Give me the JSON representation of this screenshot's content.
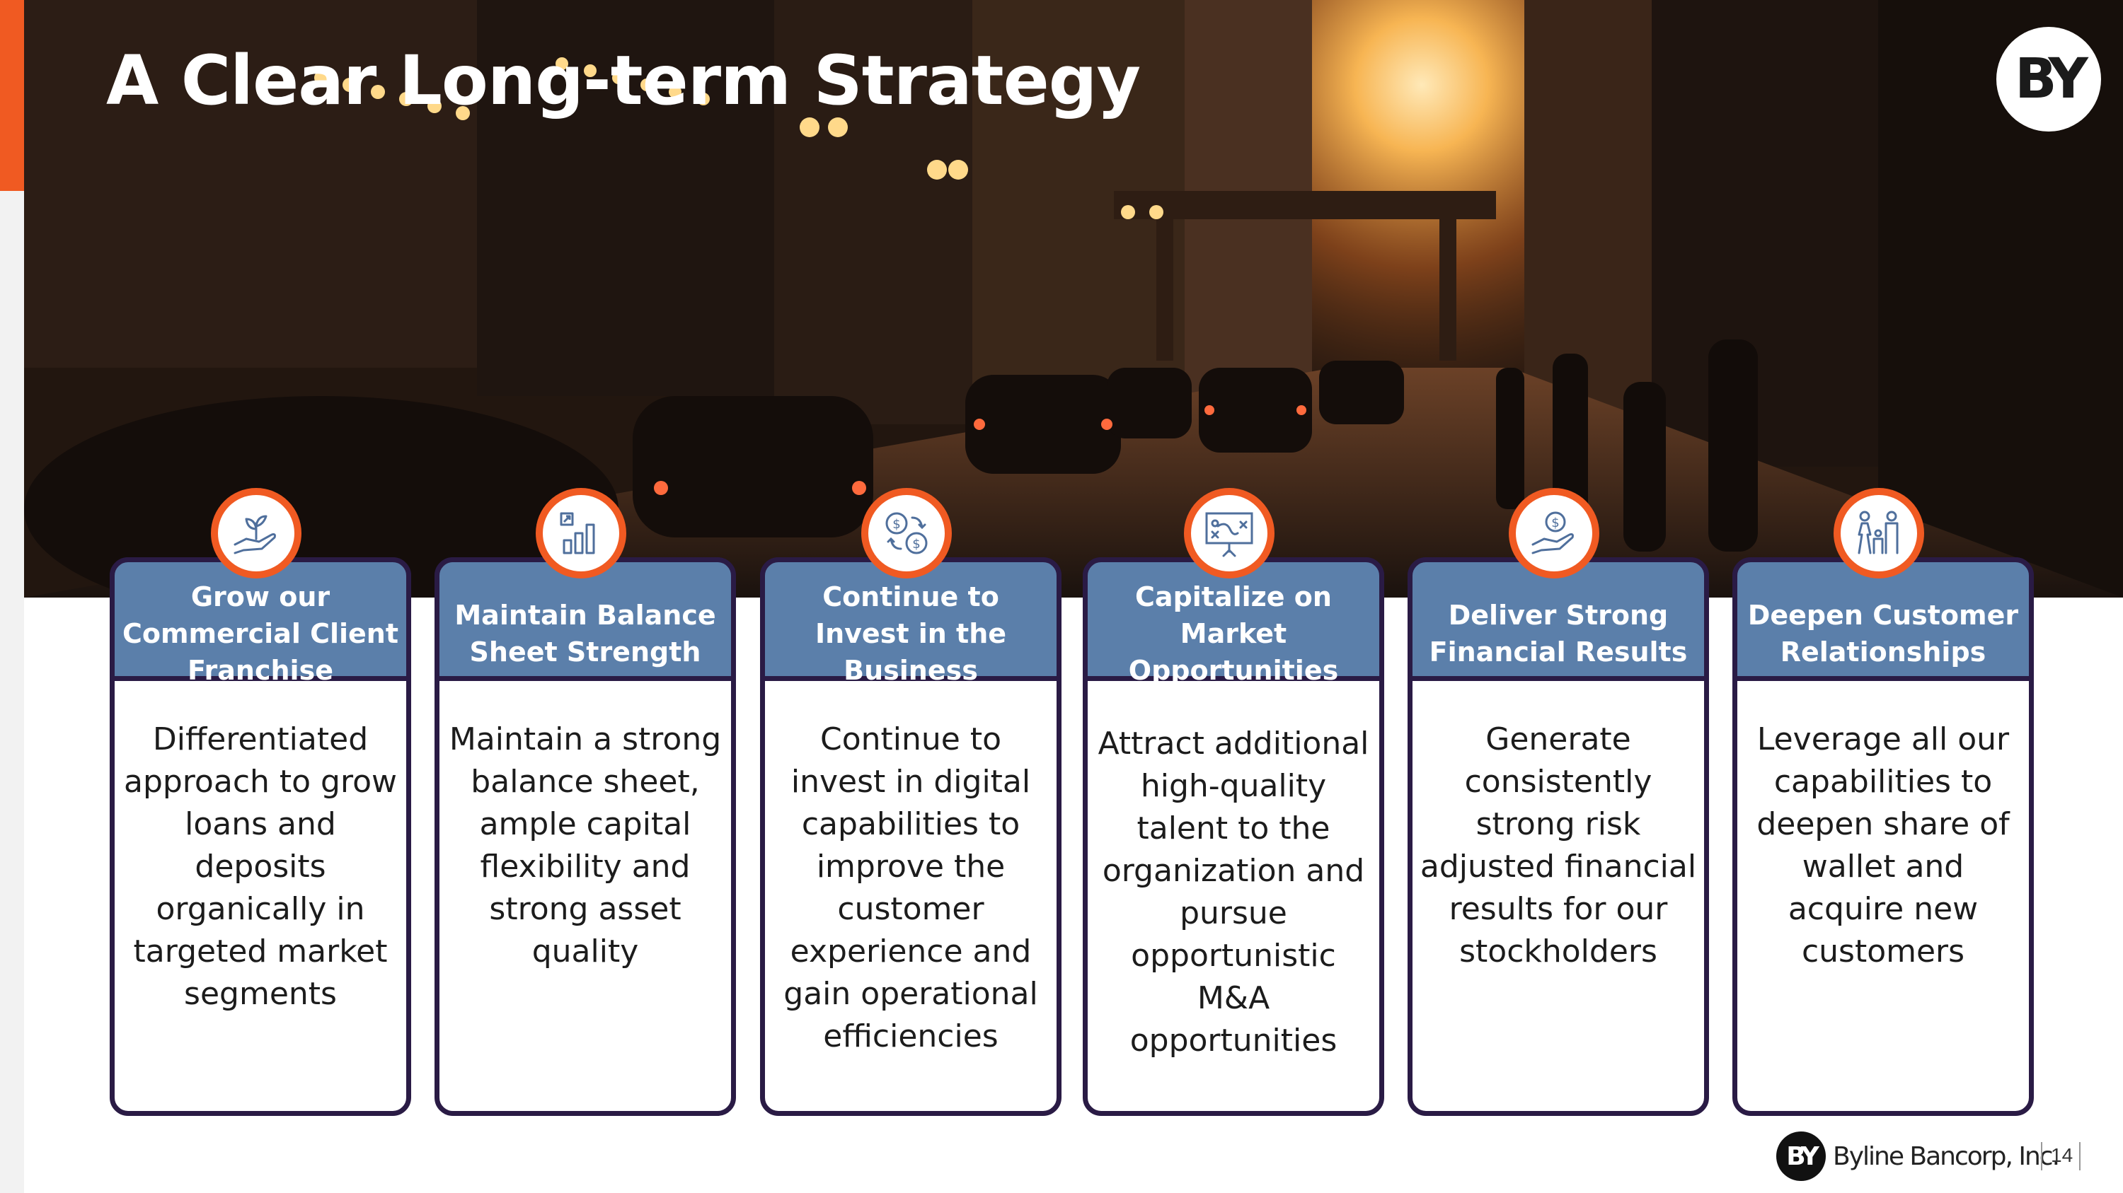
{
  "slide": {
    "title": "A Clear Long-term Strategy",
    "logo_text": "BY",
    "page_number": "14"
  },
  "footer": {
    "logo_mark": "BY",
    "company": "Byline Bancorp, Inc."
  },
  "colors": {
    "accent": "#f05a22",
    "header_blue": "#5b7faa",
    "border": "#2a1b45"
  },
  "cards": [
    {
      "icon": "plant-in-hand-icon",
      "heading": "Grow our Commercial Client Franchise",
      "text": "Differentiated approach to grow loans and deposits organically in targeted market segments"
    },
    {
      "icon": "bar-chart-growth-icon",
      "heading": "Maintain Balance Sheet Strength",
      "text": "Maintain a strong balance sheet, ample capital flexibility and strong asset quality"
    },
    {
      "icon": "money-exchange-icon",
      "heading": "Continue to Invest in the Business",
      "text": "Continue to invest in digital capabilities to improve the customer experience and gain operational efficiencies"
    },
    {
      "icon": "strategy-board-icon",
      "heading": "Capitalize on Market Opportunities",
      "text": "Attract additional high-quality talent to the organization and pursue opportunistic M&A opportunities"
    },
    {
      "icon": "dollar-in-hand-icon",
      "heading": "Deliver Strong Financial Results",
      "text": "Generate consistently strong risk adjusted financial results for our stockholders"
    },
    {
      "icon": "family-icon",
      "heading": "Deepen Customer Relationships",
      "text": "Leverage all our capabilities to deepen share of wallet and acquire new customers"
    }
  ]
}
